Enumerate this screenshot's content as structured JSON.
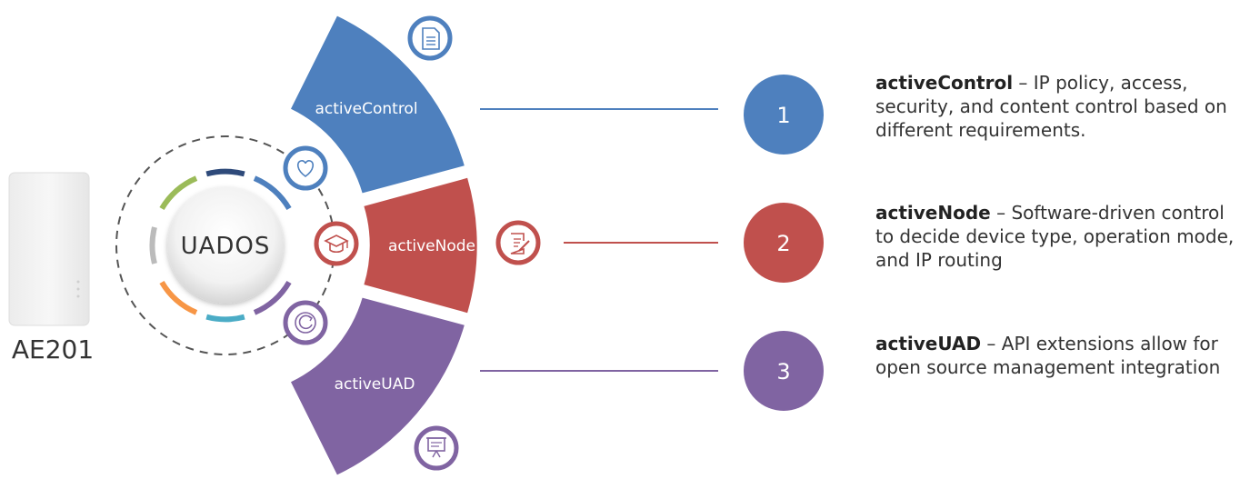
{
  "device": {
    "label": "AE201"
  },
  "hub": {
    "logo_text": "UADOS"
  },
  "segments": [
    {
      "label": "activeControl",
      "color": "#4E80BE",
      "icon_top": "document-icon",
      "icon_side": "heart-icon"
    },
    {
      "label": "activeNode",
      "color": "#C0504D",
      "icon_left": "graduation-cap-icon",
      "icon_right": "edit-document-icon"
    },
    {
      "label": "activeUAD",
      "color": "#8064A2",
      "icon_top": "refresh-icon",
      "icon_bottom": "presentation-icon"
    }
  ],
  "steps": [
    {
      "number": "1",
      "color": "#4E80BE",
      "title": "activeControl",
      "description": " – IP policy, access, security, and content control based on different requirements."
    },
    {
      "number": "2",
      "color": "#C0504D",
      "title": "activeNode",
      "description": " – Software-driven control to decide device type, operation mode, and IP routing"
    },
    {
      "number": "3",
      "color": "#8064A2",
      "title": "activeUAD",
      "description": " – API extensions allow for open source management integration"
    }
  ]
}
